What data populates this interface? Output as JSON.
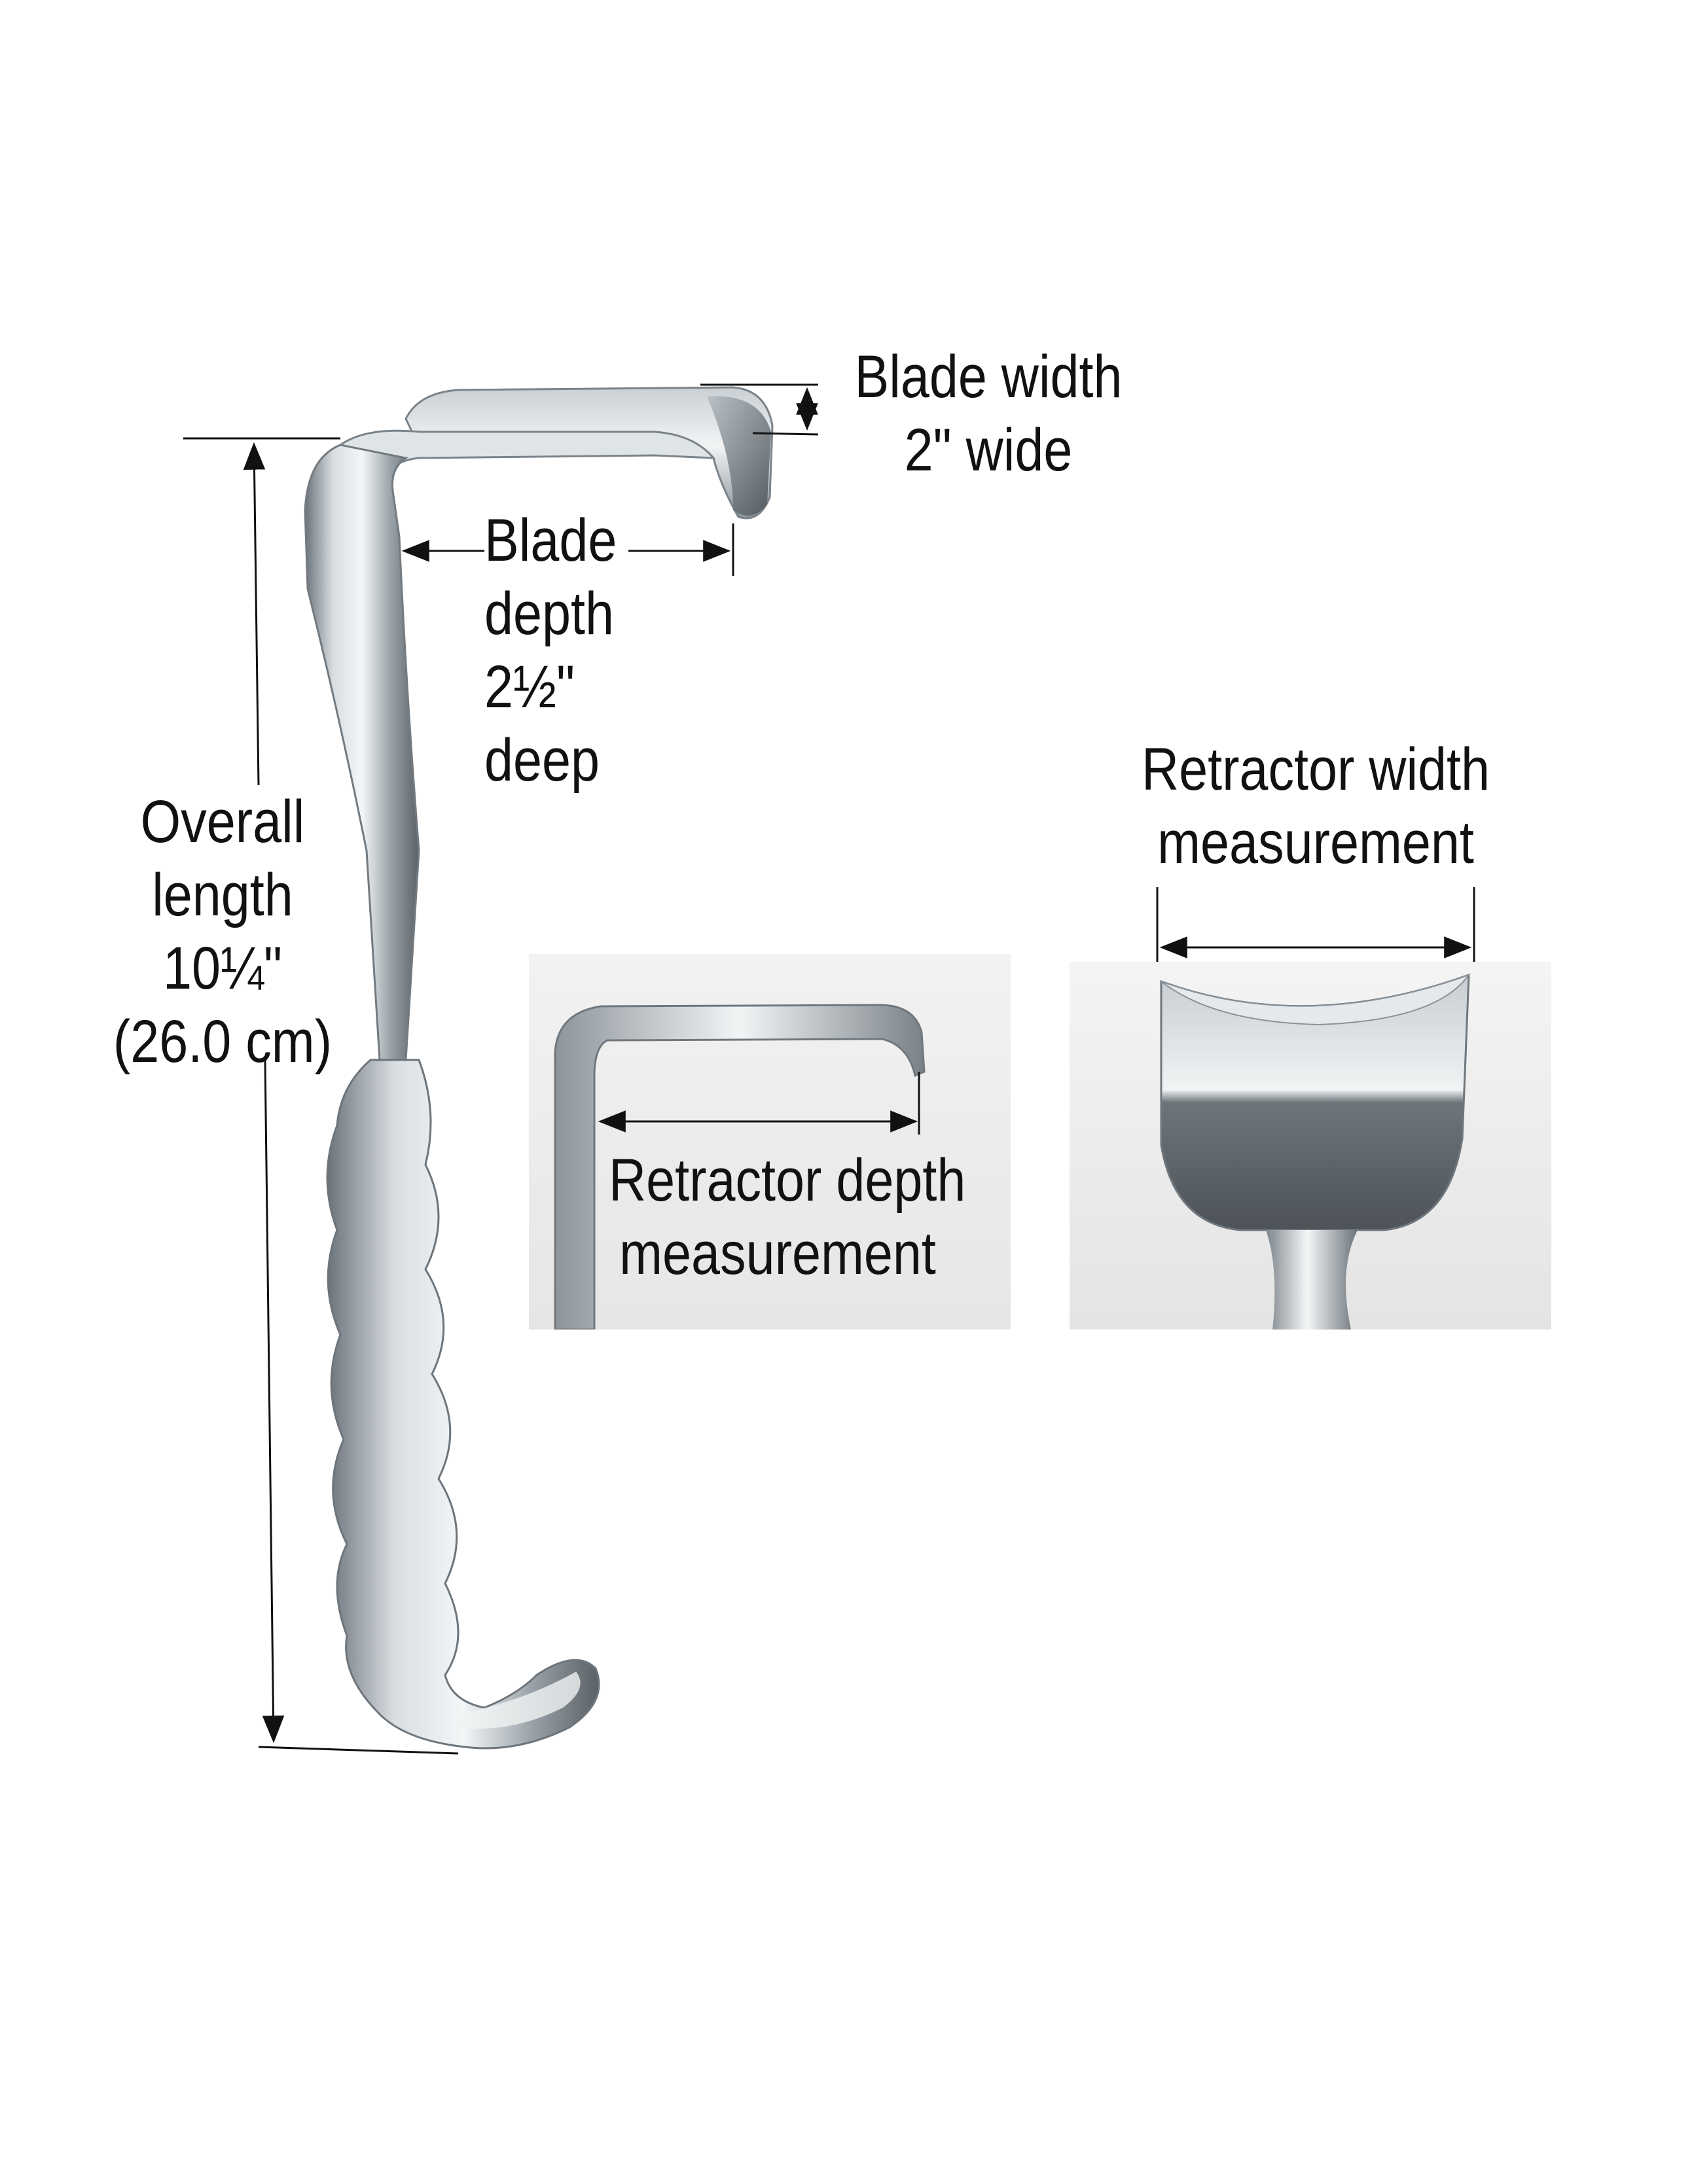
{
  "labels": {
    "blade_width": [
      "Blade width",
      "2\" wide"
    ],
    "blade_depth": [
      "Blade",
      "depth",
      "2½\"",
      "deep"
    ],
    "overall_length": [
      "Overall",
      "length",
      "10¼\"",
      "(26.0 cm)"
    ],
    "retractor_depth": [
      "Retractor depth",
      "measurement"
    ],
    "retractor_width": [
      "Retractor width",
      "measurement"
    ]
  },
  "colors": {
    "background": "#ffffff",
    "steel_light": "#e8ecef",
    "steel_mid": "#a9b1b7",
    "steel_dark": "#5c646a",
    "dimension_line": "#111111",
    "panel_bg": "#ebebeb"
  }
}
